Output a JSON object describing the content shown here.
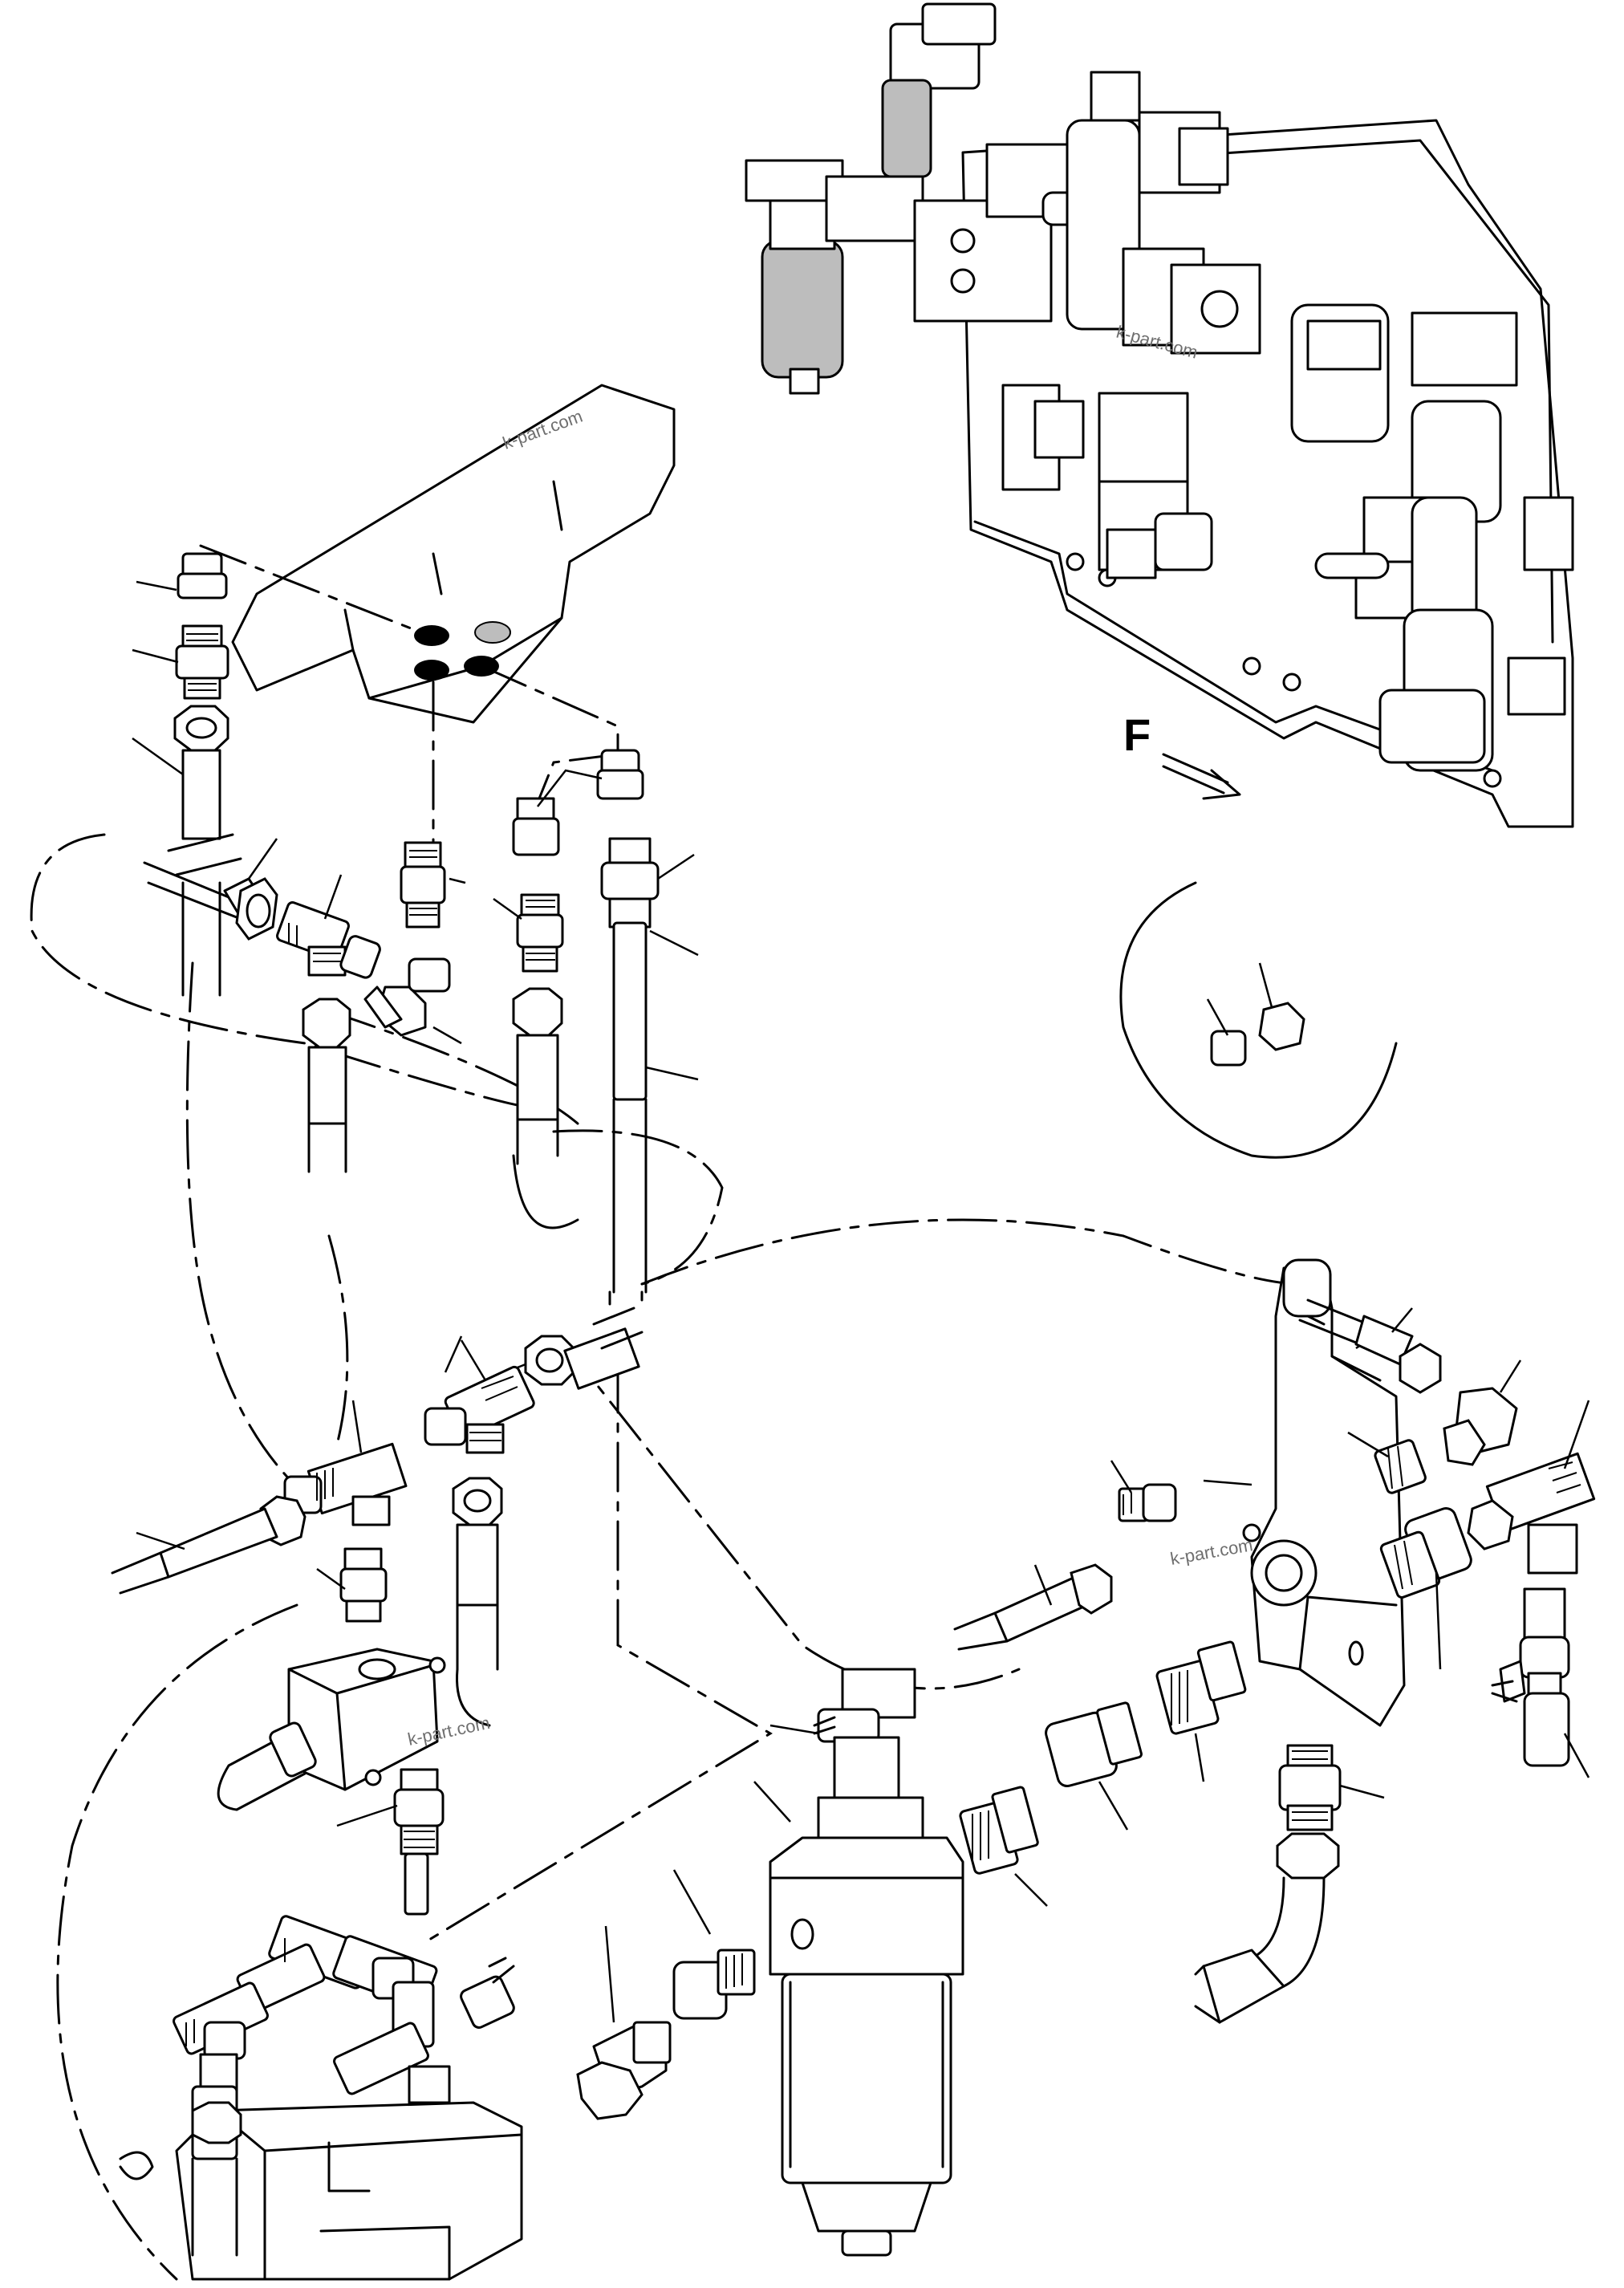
{
  "view": {
    "direction_label": "F"
  },
  "watermarks": [
    "k-part.com",
    "k-part.com",
    "k-part.com",
    "k-part.com"
  ],
  "colors": {
    "line": "#000000",
    "background": "#ffffff",
    "shading": "#bdbdbd",
    "watermark": "#6f6f6f"
  }
}
